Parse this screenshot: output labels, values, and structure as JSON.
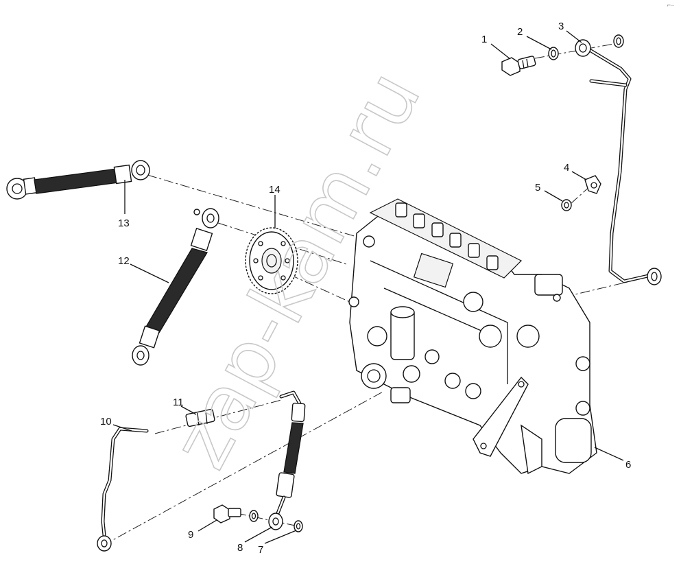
{
  "watermark": "zap-kam.ru",
  "corner_mark": "⌐–",
  "callouts": [
    {
      "id": "1",
      "label": "1"
    },
    {
      "id": "2",
      "label": "2"
    },
    {
      "id": "3",
      "label": "3"
    },
    {
      "id": "4",
      "label": "4"
    },
    {
      "id": "5",
      "label": "5"
    },
    {
      "id": "6",
      "label": "6"
    },
    {
      "id": "7",
      "label": "7"
    },
    {
      "id": "8",
      "label": "8"
    },
    {
      "id": "9",
      "label": "9"
    },
    {
      "id": "10",
      "label": "10"
    },
    {
      "id": "11",
      "label": "11"
    },
    {
      "id": "12",
      "label": "12"
    },
    {
      "id": "13",
      "label": "13"
    },
    {
      "id": "14",
      "label": "14"
    }
  ]
}
